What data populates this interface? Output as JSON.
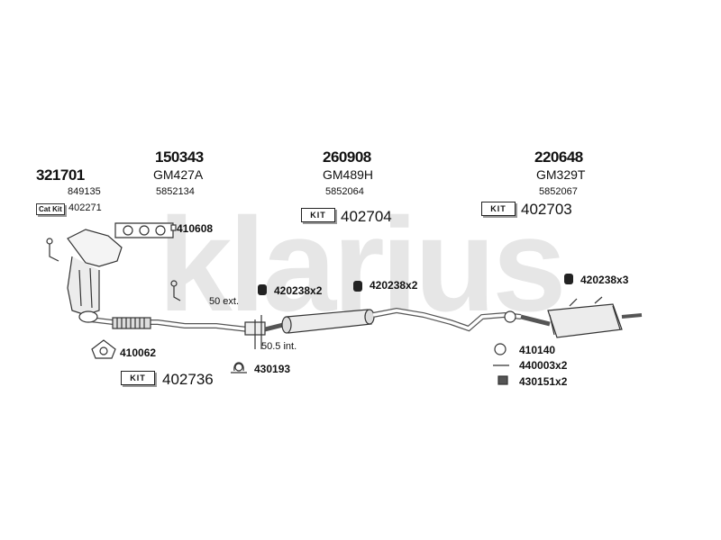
{
  "watermark": "klarius",
  "groups": [
    {
      "id": "g1",
      "number": "321701",
      "ref": "849135",
      "ref2": "402271",
      "badge": "Cat Kit"
    },
    {
      "id": "g2",
      "number": "150343",
      "code": "GM427A",
      "ref": "5852134"
    },
    {
      "id": "g3",
      "number": "260908",
      "code": "GM489H",
      "ref": "5852064",
      "kit_label": "KIT",
      "kit_number": "402704"
    },
    {
      "id": "g4",
      "number": "220648",
      "code": "GM329T",
      "ref": "5852067",
      "kit_label": "KIT",
      "kit_number": "402703"
    }
  ],
  "parts": {
    "p410608": "410608",
    "p420238_a": "420238x2",
    "p420238_b": "420238x2",
    "p420238_c": "420238x3",
    "p410062": "410062",
    "p430193": "430193",
    "p410140": "410140",
    "p440003": "440003x2",
    "p430151": "430151x2"
  },
  "notes": {
    "ext": "50 ext.",
    "int": "50.5 int."
  },
  "bottom_kit": {
    "label": "KIT",
    "number": "402736"
  },
  "colors": {
    "watermark": "#e4e4e4",
    "line": "#333333"
  }
}
